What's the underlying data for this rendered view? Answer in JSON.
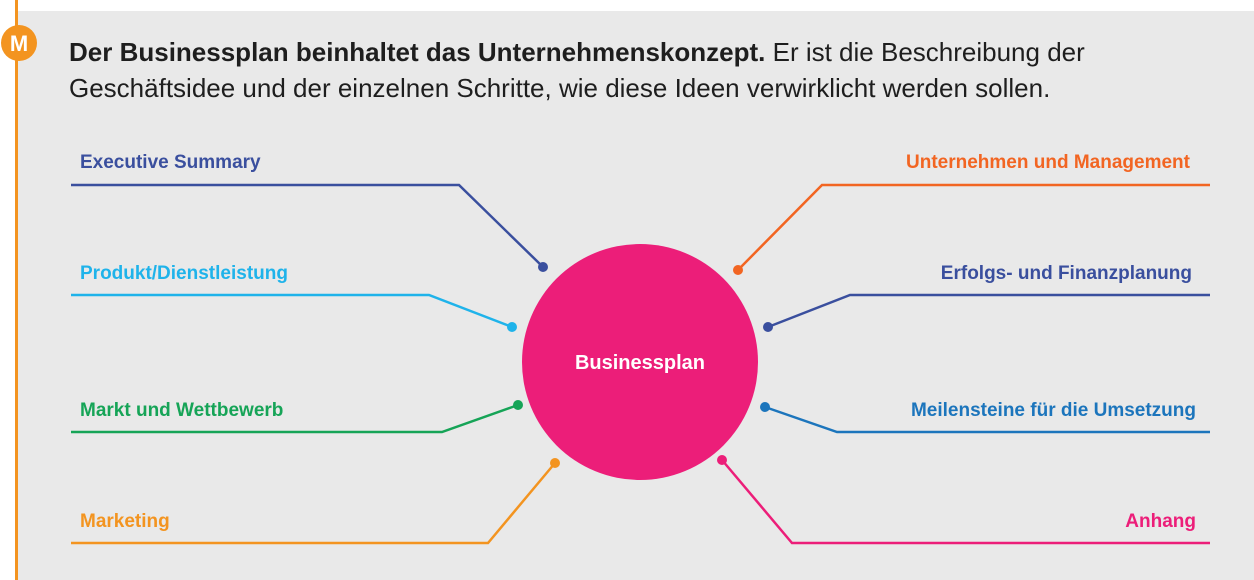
{
  "intro": {
    "bold": "Der Businessplan beinhaltet das Unternehmenskonzept.",
    "rest": " Er ist die Beschreibung der Geschäftsidee und der einzelnen Schritte, wie diese Ideen verwirklicht werden sollen."
  },
  "logo": {
    "icon": "m-logo-icon",
    "letter": "M"
  },
  "center": {
    "label": "Businessplan",
    "color": "#ec1e79"
  },
  "branches": {
    "executive_summary": {
      "label": "Executive Summary",
      "color": "#3a4f9e"
    },
    "produkt": {
      "label": "Produkt/Dienstleistung",
      "color": "#1fb3ea"
    },
    "markt": {
      "label": "Markt und Wettbewerb",
      "color": "#16a457"
    },
    "marketing": {
      "label": "Marketing",
      "color": "#f39420"
    },
    "unternehmen": {
      "label": "Unternehmen und Management",
      "color": "#f26522"
    },
    "finanz": {
      "label": "Erfolgs- und Finanzplanung",
      "color": "#3a4f9e"
    },
    "meilensteine": {
      "label": "Meilensteine für die Umsetzung",
      "color": "#1c75bc"
    },
    "anhang": {
      "label": "Anhang",
      "color": "#ec1e79"
    }
  }
}
